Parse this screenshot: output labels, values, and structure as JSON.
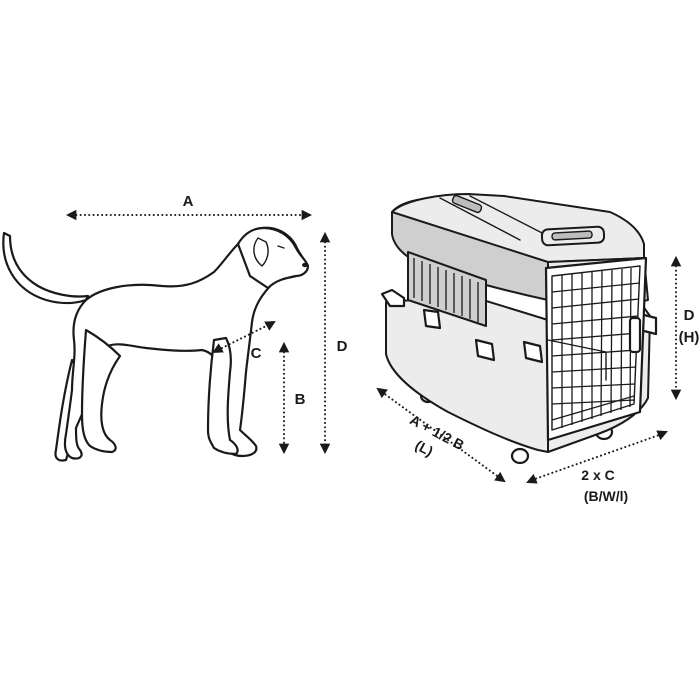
{
  "labels": {
    "dog_length": "A",
    "dog_leg_height": "B",
    "dog_width": "C",
    "dog_height": "D",
    "crate_height": "D",
    "crate_height_sub": "(H)",
    "crate_length": "A + 1/2 B",
    "crate_length_sub": "(L)",
    "crate_width": "2 x C",
    "crate_width_sub": "(B/W/l)"
  }
}
